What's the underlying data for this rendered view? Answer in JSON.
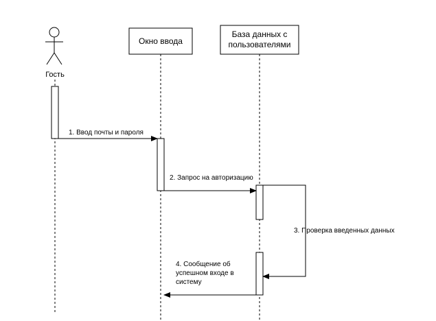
{
  "actor": {
    "label": "Гость"
  },
  "participants": [
    {
      "id": "input_window",
      "lines": [
        "Окно ввода"
      ]
    },
    {
      "id": "user_db",
      "lines": [
        "База данных с",
        "пользователями"
      ]
    }
  ],
  "messages": [
    {
      "id": "m1",
      "lines": [
        "1. Ввод почты и пароля"
      ]
    },
    {
      "id": "m2",
      "lines": [
        "2. Запрос на авторизацию"
      ]
    },
    {
      "id": "m3",
      "lines": [
        "3. Проверка введенных данных"
      ]
    },
    {
      "id": "m4",
      "lines": [
        "4. Сообщение об",
        "успешном входе в",
        "систему"
      ]
    }
  ]
}
